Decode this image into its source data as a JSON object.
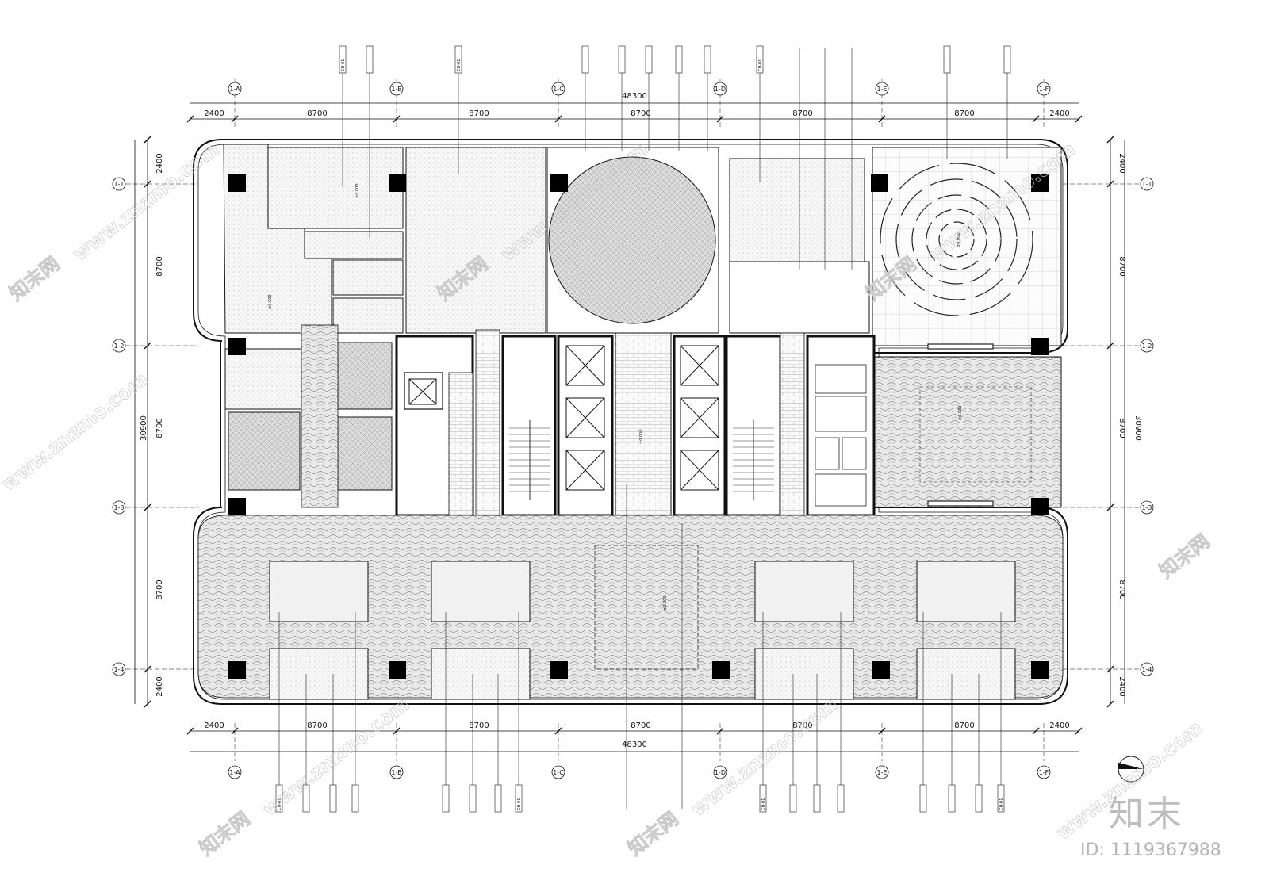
{
  "drawing": {
    "total_width": "48300",
    "total_height": "30900",
    "h_spans": [
      "2400",
      "8700",
      "8700",
      "8700",
      "8700",
      "8700",
      "2400"
    ],
    "v_spans": [
      "2400",
      "8700",
      "8700",
      "8700",
      "2400"
    ],
    "col_grid": [
      "1-A",
      "1-B",
      "1-C",
      "1-D",
      "1-E",
      "1-F"
    ],
    "row_grid": [
      "1-1",
      "1-2",
      "1-3",
      "1-4"
    ]
  },
  "tags": {
    "ceiling_code": "CH-01",
    "level_label": "±0.000"
  },
  "watermark": {
    "site": "www.znzmo.com",
    "brand": "知末网",
    "logo": "知末",
    "id_text": "ID: 1119367988"
  },
  "colors": {
    "line": "#111111",
    "hatch": "#9a9a9a",
    "watermark": "#c8c8c8"
  }
}
